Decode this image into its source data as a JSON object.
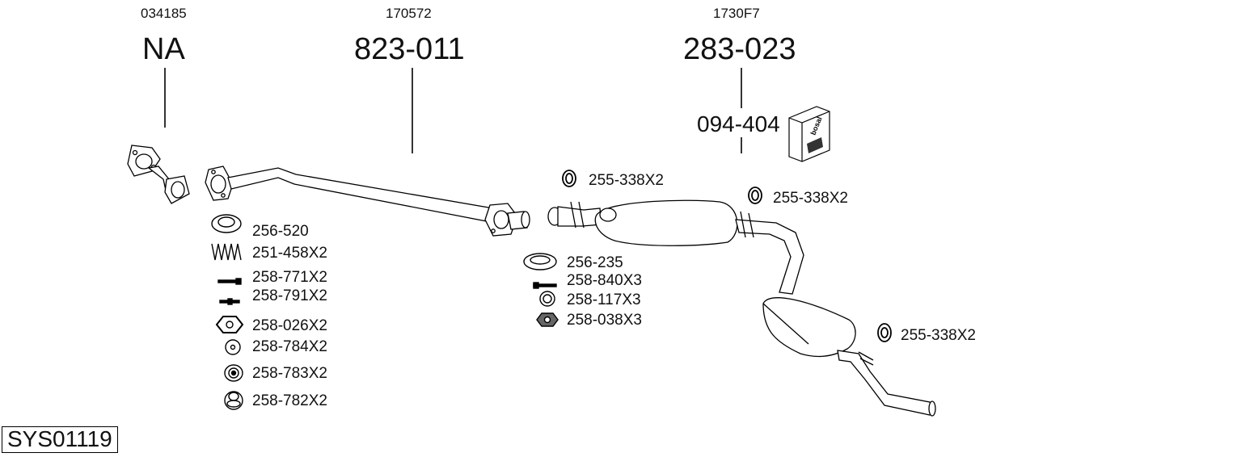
{
  "header_codes": [
    {
      "small": "034185",
      "large": "NA"
    },
    {
      "small": "170572",
      "large": "823-011"
    },
    {
      "small": "1730F7",
      "large": "283-023"
    }
  ],
  "kit_code": "094-404",
  "kit_logo_text": "bosal",
  "left_parts": [
    "256-520",
    "251-458X2",
    "258-771X2",
    "258-791X2",
    "258-026X2",
    "258-784X2",
    "258-783X2",
    "258-782X2"
  ],
  "middle_parts": [
    "256-235",
    "258-840X3",
    "258-117X3",
    "258-038X3"
  ],
  "ring_parts": [
    "255-338X2",
    "255-338X2",
    "255-338X2"
  ],
  "system_id": "SYS01119"
}
